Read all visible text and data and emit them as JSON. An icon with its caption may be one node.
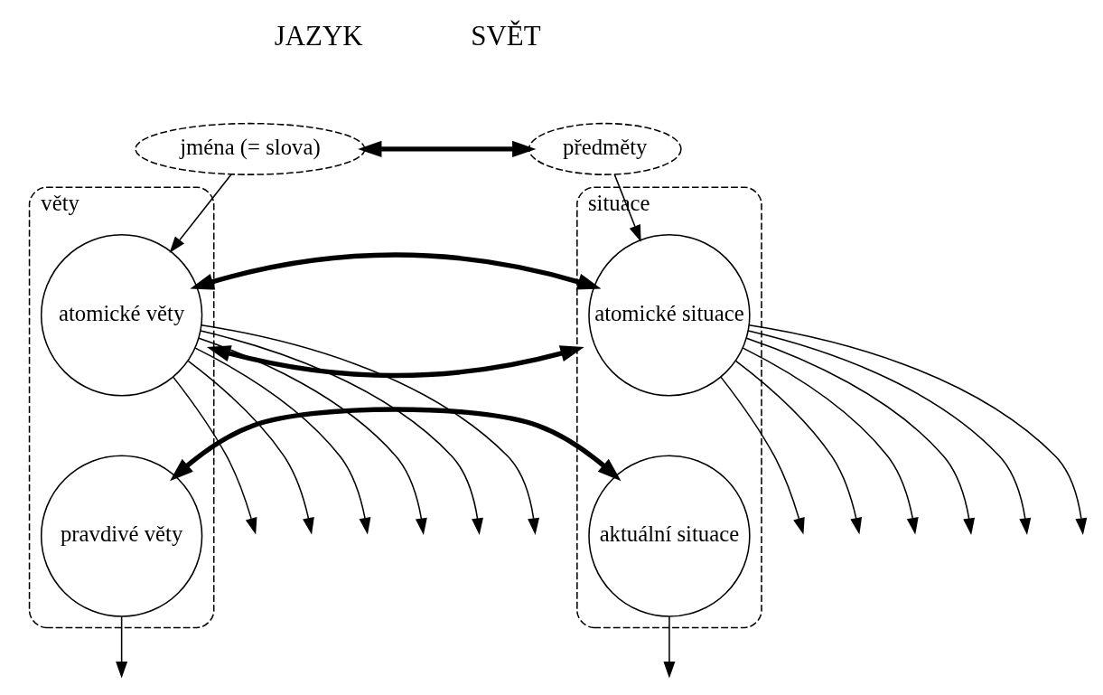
{
  "diagram": {
    "nodes": [
      {
        "text": [
          "jména (= slova)"
        ]
      },
      {
        "text": [
          "předměty"
        ]
      },
      {
        "text": [
          "věty"
        ]
      },
      {
        "text": [
          "atomické věty"
        ],
        "in": 2
      },
      {
        "text": [
          "pravdivé věty"
        ],
        "in": 2
      },
      {
        "text": [
          "situace"
        ]
      },
      {
        "text": [
          "atomické situace"
        ],
        "in": 5
      },
      {
        "text": [
          "aktuální situace"
        ],
        "in": 5
      }
    ],
    "edges": [
      {
        "from": 0,
        "to": 1,
        "arrow": "both",
        "style": "thick"
      },
      {
        "from": 0,
        "to": 3,
        "arrow": "to"
      },
      {
        "from": 1,
        "to": 6,
        "arrow": "to"
      },
      {
        "from": 2,
        "to": 5,
        "arrow": "both",
        "style": "thick"
      },
      {
        "from": 3,
        "to": 6,
        "arrow": "both",
        "style": "thick"
      },
      {
        "from": 4,
        "to": 7,
        "arrow": "both",
        "style": "thick"
      },
      {
        "from": 3,
        "to": null,
        "arrow": "to"
      },
      {
        "from": 3,
        "to": null,
        "arrow": "to"
      },
      {
        "from": 3,
        "to": null,
        "arrow": "to"
      },
      {
        "from": 3,
        "to": null,
        "arrow": "to"
      },
      {
        "from": 3,
        "to": null,
        "arrow": "to"
      },
      {
        "from": 3,
        "to": null,
        "arrow": "to"
      },
      {
        "from": 4,
        "to": null,
        "arrow": "to"
      },
      {
        "from": 6,
        "to": null,
        "arrow": "to"
      },
      {
        "from": 6,
        "to": null,
        "arrow": "to"
      },
      {
        "from": 6,
        "to": null,
        "arrow": "to"
      },
      {
        "from": 6,
        "to": null,
        "arrow": "to"
      },
      {
        "from": 6,
        "to": null,
        "arrow": "to"
      },
      {
        "from": 6,
        "to": null,
        "arrow": "to"
      },
      {
        "from": 7,
        "to": null,
        "arrow": "to"
      }
    ],
    "labels": [
      "JAZYK",
      "SVĚT"
    ]
  }
}
